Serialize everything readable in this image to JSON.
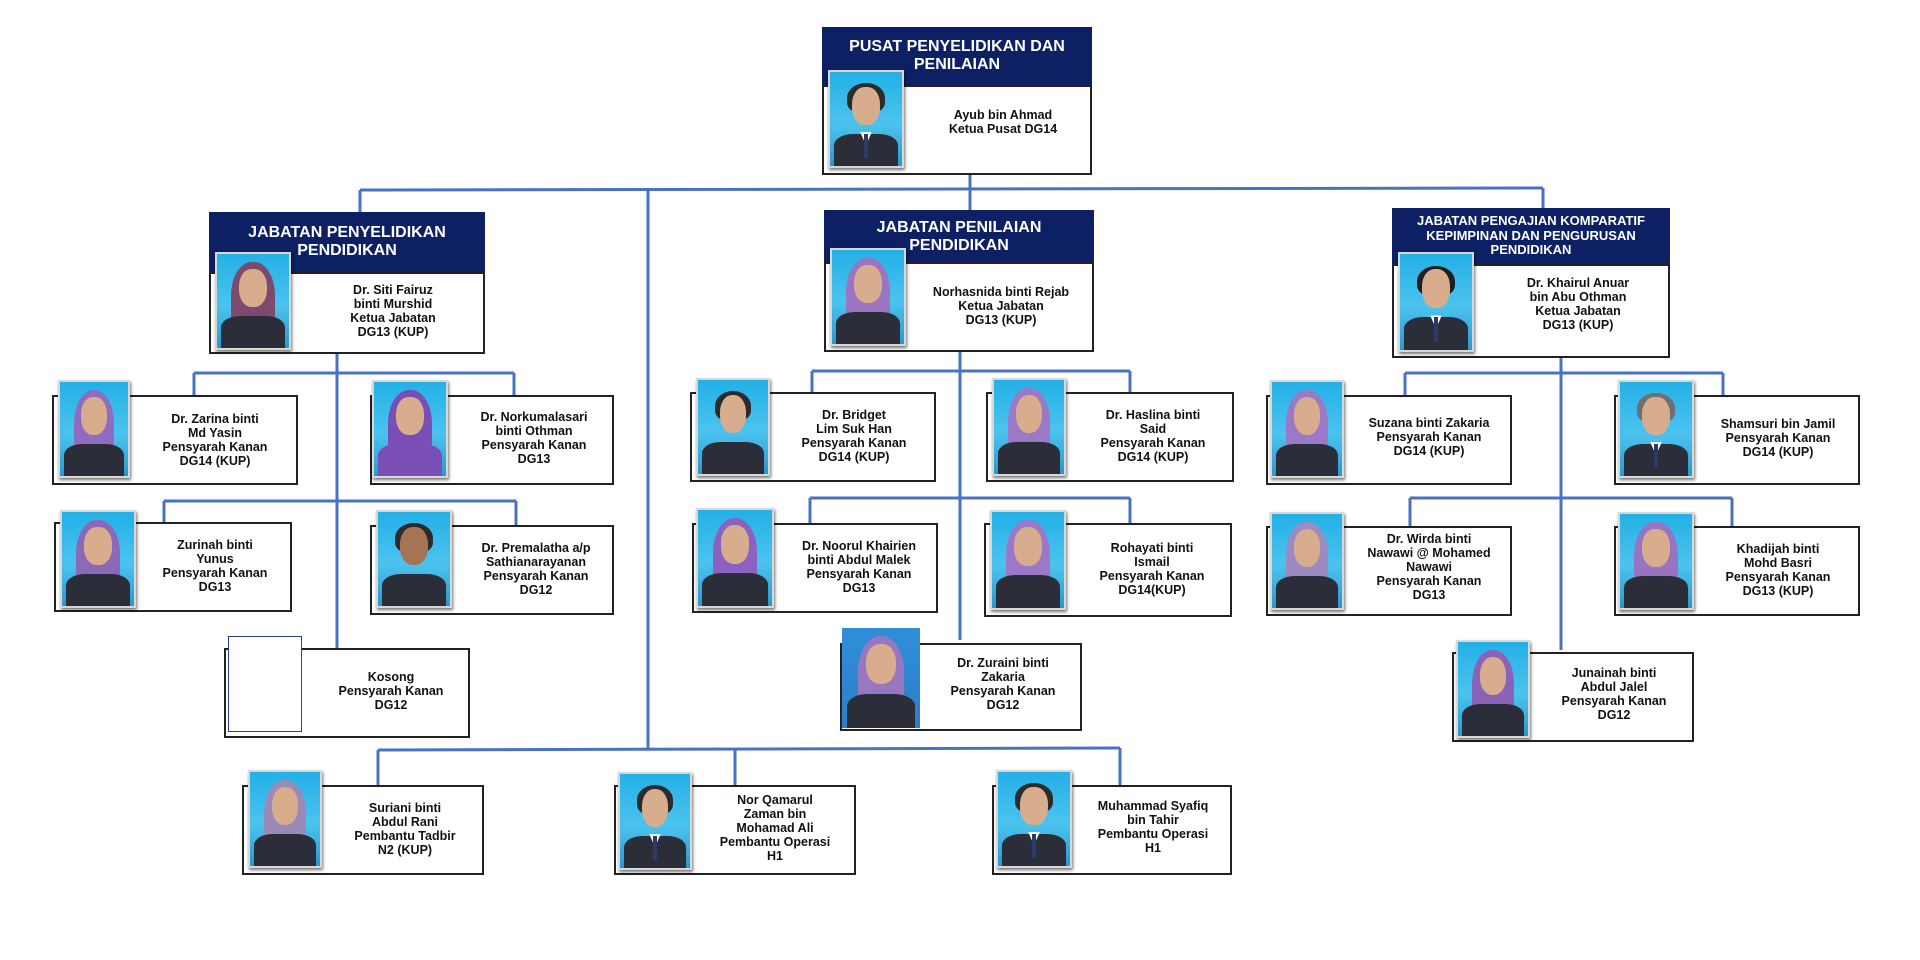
{
  "colors": {
    "header_bg": "#0d2063",
    "connector": "#4a72c4",
    "photo_bg": "#3bbbe8"
  },
  "headers": {
    "pusat": "PUSAT PENYELIDIKAN DAN PENILAIAN",
    "jpp": "JABATAN PENYELIDIKAN PENDIDIKAN",
    "jpn": "JABATAN PENILAIAN PENDIDIKAN",
    "jpk": "JABATAN PENGAJIAN KOMPARATIF KEPIMPINAN  DAN PENGURUSAN PENDIDIKAN"
  },
  "people": {
    "ayub": [
      "Ayub bin Ahmad",
      "Ketua Pusat DG14"
    ],
    "siti": [
      "Dr. Siti Fairuz",
      "binti Murshid",
      "Ketua Jabatan",
      "DG13 (KUP)"
    ],
    "norhasnida": [
      "Norhasnida binti Rejab",
      "Ketua Jabatan",
      "DG13 (KUP)"
    ],
    "khairul": [
      "Dr. Khairul Anuar",
      "bin Abu Othman",
      "Ketua Jabatan",
      "DG13 (KUP)"
    ],
    "zarina": [
      "Dr. Zarina binti",
      "Md Yasin",
      "Pensyarah Kanan",
      "DG14 (KUP)"
    ],
    "norkumalasari": [
      "Dr. Norkumalasari",
      "binti Othman",
      "Pensyarah Kanan",
      "DG13"
    ],
    "zurinah": [
      "Zurinah binti",
      "Yunus",
      "Pensyarah Kanan",
      "DG13"
    ],
    "premalatha": [
      "Dr. Premalatha a/p",
      "Sathianarayanan",
      "Pensyarah Kanan",
      "DG12"
    ],
    "kosong": [
      "Kosong",
      "Pensyarah Kanan",
      "DG12"
    ],
    "bridget": [
      "Dr. Bridget",
      "Lim Suk Han",
      "Pensyarah Kanan",
      "DG14 (KUP)"
    ],
    "haslina": [
      "Dr. Haslina binti",
      "Said",
      "Pensyarah Kanan",
      "DG14 (KUP)"
    ],
    "noorul": [
      "Dr. Noorul Khairien",
      "binti Abdul Malek",
      "Pensyarah Kanan",
      "DG13"
    ],
    "rohayati": [
      "Rohayati binti",
      "Ismail",
      "Pensyarah Kanan",
      "DG14(KUP)"
    ],
    "zuraini": [
      "Dr. Zuraini binti",
      "Zakaria",
      "Pensyarah Kanan",
      "DG12"
    ],
    "suzana": [
      "Suzana binti Zakaria",
      "Pensyarah Kanan",
      "DG14 (KUP)"
    ],
    "shamsuri": [
      "Shamsuri bin Jamil",
      "Pensyarah Kanan",
      "DG14 (KUP)"
    ],
    "wirda": [
      "Dr. Wirda binti",
      "Nawawi @ Mohamed",
      "Nawawi",
      "Pensyarah Kanan",
      "DG13"
    ],
    "khadijah": [
      "Khadijah binti",
      "Mohd Basri",
      "Pensyarah Kanan",
      "DG13 (KUP)"
    ],
    "junainah": [
      "Junainah binti",
      "Abdul Jalel",
      "Pensyarah Kanan",
      "DG12"
    ],
    "suriani": [
      "Suriani binti",
      "Abdul Rani",
      "Pembantu Tadbir",
      "N2 (KUP)"
    ],
    "qamarul": [
      "Nor Qamarul",
      "Zaman bin",
      "Mohamad Ali",
      "Pembantu Operasi",
      "H1"
    ],
    "syafiq": [
      "Muhammad Syafiq",
      "bin Tahir",
      "Pembantu Operasi",
      "H1"
    ]
  }
}
